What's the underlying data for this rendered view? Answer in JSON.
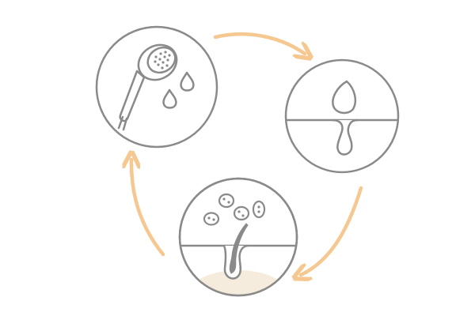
{
  "diagram": {
    "steps": [
      {
        "id": "wash",
        "icon": "shower-head-icon"
      },
      {
        "id": "absorb",
        "icon": "droplet-on-skin-icon"
      },
      {
        "id": "penetrate",
        "icon": "hair-follicle-icon"
      }
    ],
    "arrows": [
      {
        "from": "wash",
        "to": "absorb"
      },
      {
        "from": "absorb",
        "to": "penetrate"
      },
      {
        "from": "penetrate",
        "to": "wash"
      }
    ]
  },
  "colors": {
    "line": "#8a8a8a",
    "arrow": "#f6c891",
    "dermis": "#f6ecdd",
    "background": "#ffffff"
  }
}
